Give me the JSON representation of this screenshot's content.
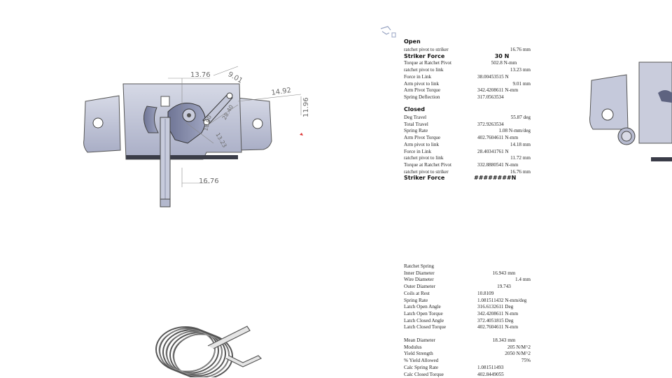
{
  "latch_dims": [
    "13.76",
    "9.01",
    "14.92",
    "11.96",
    "16.76",
    "28.40",
    "13.23",
    "10.00"
  ],
  "sections": [
    {
      "title": "Open",
      "rows": [
        {
          "label": "ratchet pivot to striker",
          "value": "16.76 mm",
          "align": "r"
        },
        {
          "label": "Striker Force",
          "value": "30 N",
          "align": "c",
          "big": true
        },
        {
          "label": "Torque at Ratchet Pivot",
          "value": "502.8 N-mm",
          "align": "c"
        },
        {
          "label": "ratchet pivot to link",
          "value": "13.23 mm",
          "align": "r"
        },
        {
          "label": "Force in Link",
          "value": "38.00453515 N",
          "align": "l"
        },
        {
          "label": "Arm pivot to link",
          "value": "9.01 mm",
          "align": "r"
        },
        {
          "label": "Arm Pivot Torque",
          "value": "342.4208611 N-mm",
          "align": "l"
        },
        {
          "label": "Spring Deflection",
          "value": "317.0563534",
          "align": "l"
        }
      ]
    },
    {
      "title": "Closed",
      "rows": [
        {
          "label": "Deg Travel",
          "value": "55.87 deg",
          "align": "r"
        },
        {
          "label": "Total Travel",
          "value": "372.9263534",
          "align": "l"
        },
        {
          "label": "Spring Rate",
          "value": "1.08 N-mm/deg",
          "align": "r"
        },
        {
          "label": "Arm Pivot Torque",
          "value": "402.7604611 N-mm",
          "align": "l"
        },
        {
          "label": "Arm pivot to link",
          "value": "14.18 mm",
          "align": "r"
        },
        {
          "label": "Force in Link",
          "value": "28.40341761 N",
          "align": "l"
        },
        {
          "label": "ratchet pivot to link",
          "value": "11.72 mm",
          "align": "r"
        },
        {
          "label": "Torque at Ratchet Pivot",
          "value": "332.8880541 N-mm",
          "align": "l"
        },
        {
          "label": "ratchet pivot to striker",
          "value": "16.76 mm",
          "align": "r"
        },
        {
          "label": "Striker Force",
          "value": "########N",
          "align": "l",
          "big": true
        }
      ]
    }
  ],
  "spring_table": [
    {
      "label": "Ratchet Spring",
      "value": "",
      "align": "l"
    },
    {
      "label": "Inner Diameter",
      "value": "16.943 mm",
      "align": "c"
    },
    {
      "label": "Wire Diameter",
      "value": "1.4 mm",
      "align": "r"
    },
    {
      "label": "Outer Diameter",
      "value": "19.743",
      "align": "c"
    },
    {
      "label": "Coils at Rest",
      "value": "10.8109",
      "align": "l"
    },
    {
      "label": "Spring Rate",
      "value": "1.081511432 N-mm/deg",
      "align": "l"
    },
    {
      "label": "Latch Open Angle",
      "value": "316.6132611 Deg",
      "align": "l"
    },
    {
      "label": "Latch Open Torque",
      "value": "342.4208611 N-mm",
      "align": "l"
    },
    {
      "label": "Latch Closed Angle",
      "value": "372.4051815 Deg",
      "align": "l"
    },
    {
      "label": "Latch Closed Torque",
      "value": "402.7604611 N-mm",
      "align": "l"
    }
  ],
  "material_table": [
    {
      "label": "Mean Diameter",
      "value": "18.343 mm",
      "align": "c"
    },
    {
      "label": "Modulus",
      "value": "205 N/M^2",
      "align": "r"
    },
    {
      "label": "Yield Strength",
      "value": "2050 N/M^2",
      "align": "r"
    },
    {
      "label": "% Yield Allowed",
      "value": "75%",
      "align": "r"
    },
    {
      "label": "Calc Spring Rate",
      "value": "1.081511493",
      "align": "l"
    },
    {
      "label": "Calc Closed Torque",
      "value": "402.8449055",
      "align": "l"
    }
  ]
}
